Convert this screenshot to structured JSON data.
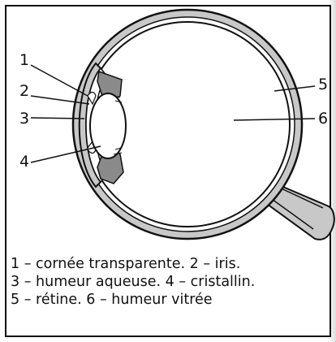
{
  "diagram": {
    "labels": [
      {
        "id": "1",
        "text": "1"
      },
      {
        "id": "2",
        "text": "2"
      },
      {
        "id": "3",
        "text": "3"
      },
      {
        "id": "4",
        "text": "4"
      },
      {
        "id": "5",
        "text": "5"
      },
      {
        "id": "6",
        "text": "6"
      }
    ]
  },
  "legend": {
    "line1": "1 – cornée transparente. 2 – iris.",
    "line2": "3 – humeur aqueuse. 4 – cristallin.",
    "line3": "5 – rétine. 6 – humeur vitrée"
  },
  "colors": {
    "outline": "#111111",
    "sclera_fill": "#c8c8c8",
    "iris_fill": "#8a8a8a",
    "background": "#ffffff"
  }
}
